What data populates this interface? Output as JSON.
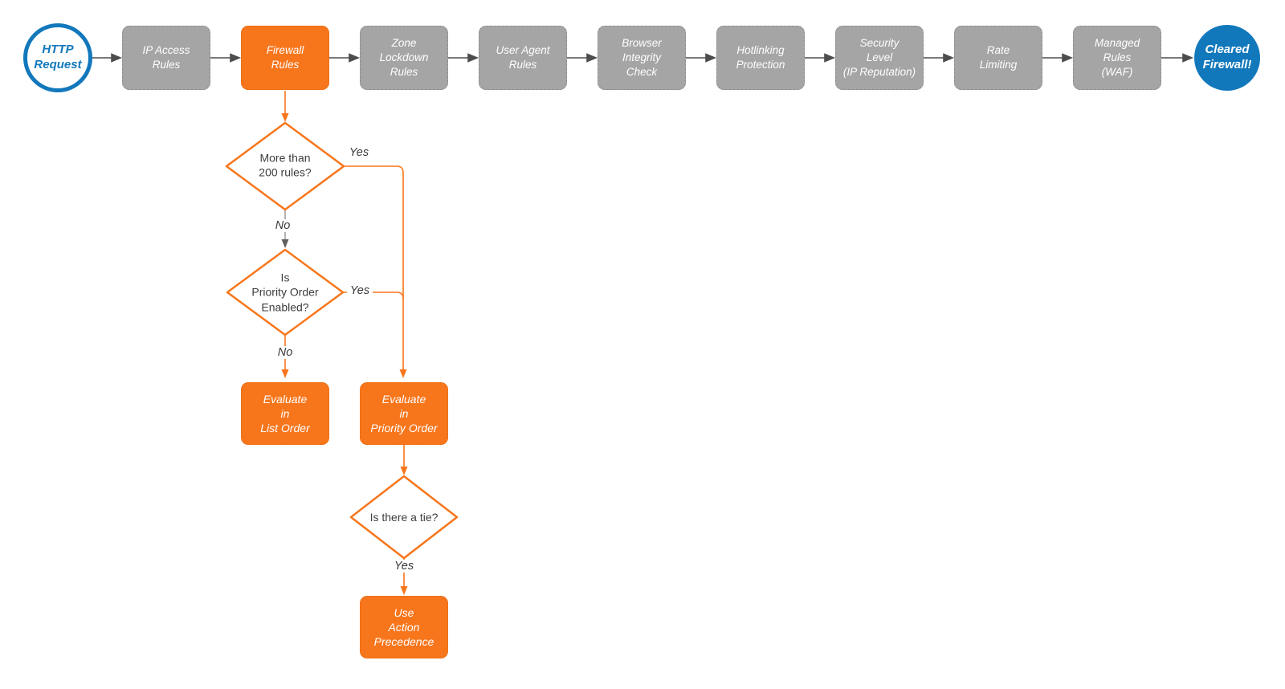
{
  "diagram": {
    "start": {
      "label": "HTTP\nRequest"
    },
    "end": {
      "label": "Cleared\nFirewall!"
    },
    "stages": [
      {
        "id": "ip-access-rules",
        "label": "IP Access\nRules",
        "variant": "gray"
      },
      {
        "id": "firewall-rules",
        "label": "Firewall\nRules",
        "variant": "orange"
      },
      {
        "id": "zone-lockdown-rules",
        "label": "Zone\nLockdown\nRules",
        "variant": "gray"
      },
      {
        "id": "user-agent-rules",
        "label": "User Agent\nRules",
        "variant": "gray"
      },
      {
        "id": "browser-integrity-check",
        "label": "Browser\nIntegrity\nCheck",
        "variant": "gray"
      },
      {
        "id": "hotlinking-protection",
        "label": "Hotlinking\nProtection",
        "variant": "gray"
      },
      {
        "id": "security-level",
        "label": "Security\nLevel\n(IP Reputation)",
        "variant": "gray"
      },
      {
        "id": "rate-limiting",
        "label": "Rate\nLimiting",
        "variant": "gray"
      },
      {
        "id": "managed-rules-waf",
        "label": "Managed\nRules\n(WAF)",
        "variant": "gray"
      }
    ],
    "decisions": {
      "more_than_200": {
        "label": "More than\n200 rules?"
      },
      "priority_enabled": {
        "label": "Is\nPriority Order\nEnabled?"
      },
      "tie": {
        "label": "Is there a tie?"
      }
    },
    "actions": {
      "evaluate_list": {
        "label": "Evaluate\nin\nList Order"
      },
      "evaluate_priority": {
        "label": "Evaluate\nin\nPriority Order"
      },
      "action_precedence": {
        "label": "Use\nAction\nPrecedence"
      }
    },
    "edge_labels": {
      "yes_200": "Yes",
      "no_200": "No",
      "yes_priority": "Yes",
      "no_priority": "No",
      "yes_tie": "Yes"
    },
    "colors": {
      "orange": "#F7761C",
      "gray": "#A5A5A5",
      "blue": "#1278BC",
      "arrow_dark": "#4D4D4D",
      "text_dark": "#3D3D3D"
    }
  }
}
